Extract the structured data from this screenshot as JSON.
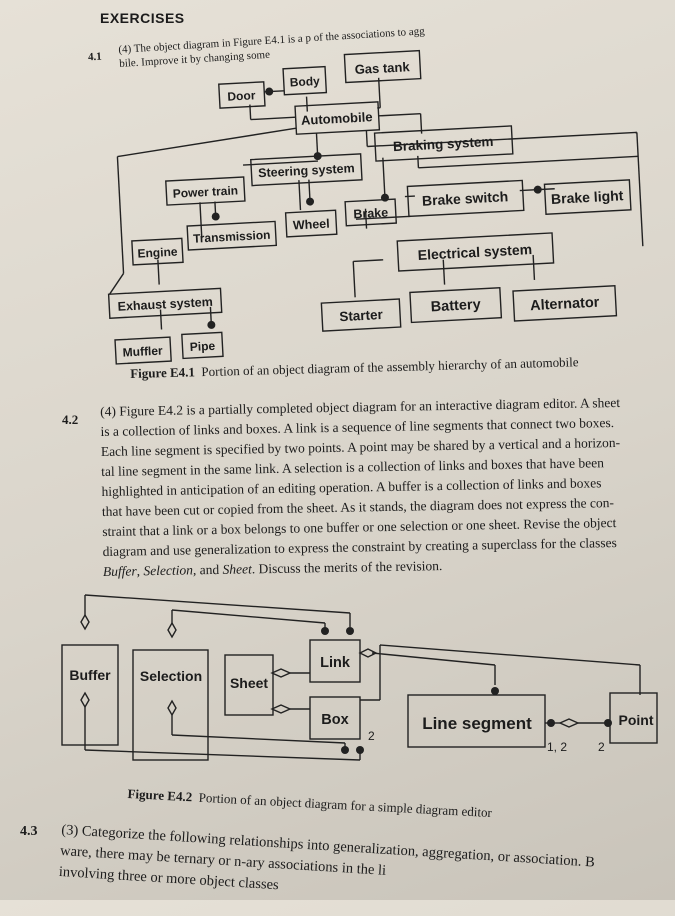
{
  "header": {
    "title": "EXERCISES"
  },
  "ex41": {
    "number": "4.1",
    "line1": "(4) The object diagram in Figure E4.1 is a p",
    "line1b": "of the associations to agg",
    "line2": "bile. Improve it by changing some"
  },
  "fig1": {
    "boxes": {
      "door": "Door",
      "body": "Body",
      "gastank": "Gas tank",
      "automobile": "Automobile",
      "powertrain": "Power train",
      "steering": "Steering system",
      "braking": "Braking system",
      "engine": "Engine",
      "transmission": "Transmission",
      "wheel": "Wheel",
      "brake": "Brake",
      "brakeswitch": "Brake switch",
      "brakelight": "Brake light",
      "electrical": "Electrical system",
      "exhaust": "Exhaust system",
      "starter": "Starter",
      "battery": "Battery",
      "alternator": "Alternator",
      "muffler": "Muffler",
      "pipe": "Pipe"
    },
    "caption_label": "Figure E4.1",
    "caption_text": "Portion of an object diagram of the assembly hierarchy of an automobile"
  },
  "ex42": {
    "number": "4.2",
    "lines": [
      "(4) Figure E4.2 is a partially completed object diagram for an interactive diagram editor. A sheet",
      "is a collection of links and boxes. A link is a sequence of line segments that connect two boxes.",
      "Each line segment is specified by two points. A point may be shared by a vertical and a horizon-",
      "tal line segment in the same link. A selection is a collection of links and boxes that have been",
      "highlighted in anticipation of an editing operation. A buffer is a collection of links and boxes",
      "that have been cut or copied from the sheet. As it stands, the diagram does not express the con-",
      "straint that a link or a box belongs to one buffer or one selection or one sheet. Revise the object",
      "diagram and use generalization to express the constraint by creating a superclass for the classes"
    ],
    "last_line": {
      "buffer": "Buffer",
      "sep1": ", ",
      "selection": "Selection",
      "sep2": ", and ",
      "sheet": "Sheet",
      "rest": ". Discuss the merits of the revision."
    }
  },
  "fig2": {
    "boxes": {
      "buffer": "Buffer",
      "selection": "Selection",
      "sheet": "Sheet",
      "link": "Link",
      "box": "Box",
      "linesegment": "Line segment",
      "point": "Point"
    },
    "multiplicities": {
      "box": "2",
      "segment": "1, 2",
      "point": "2"
    },
    "caption_label": "Figure E4.2",
    "caption_text": "Portion of an object diagram for a simple diagram editor"
  },
  "ex43": {
    "number": "4.3",
    "line1": "(3) Categorize the following relationships into generalization, aggregation, or association. B",
    "line2": "ware, there may be ternary or n-ary associations in the li",
    "line3": "involving three or more object classes"
  }
}
